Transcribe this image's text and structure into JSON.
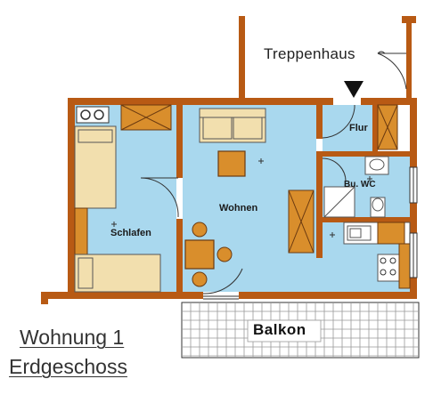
{
  "rooms": {
    "schlafen": "Schlafen",
    "wohnen": "Wohnen",
    "flur": "Flur",
    "bad_wc": "Bu. WC",
    "balkon": "Balkon"
  },
  "labels": {
    "treppenhaus": "Treppenhaus"
  },
  "title": {
    "line1": "Wohnung 1",
    "line2": "Erdgeschoss"
  },
  "colors": {
    "wall": "#b85a14",
    "floor": "#a9d8ee",
    "furniture": "#f2dfae",
    "wood": "#d98e2c",
    "balcony_grid": "#999999"
  }
}
